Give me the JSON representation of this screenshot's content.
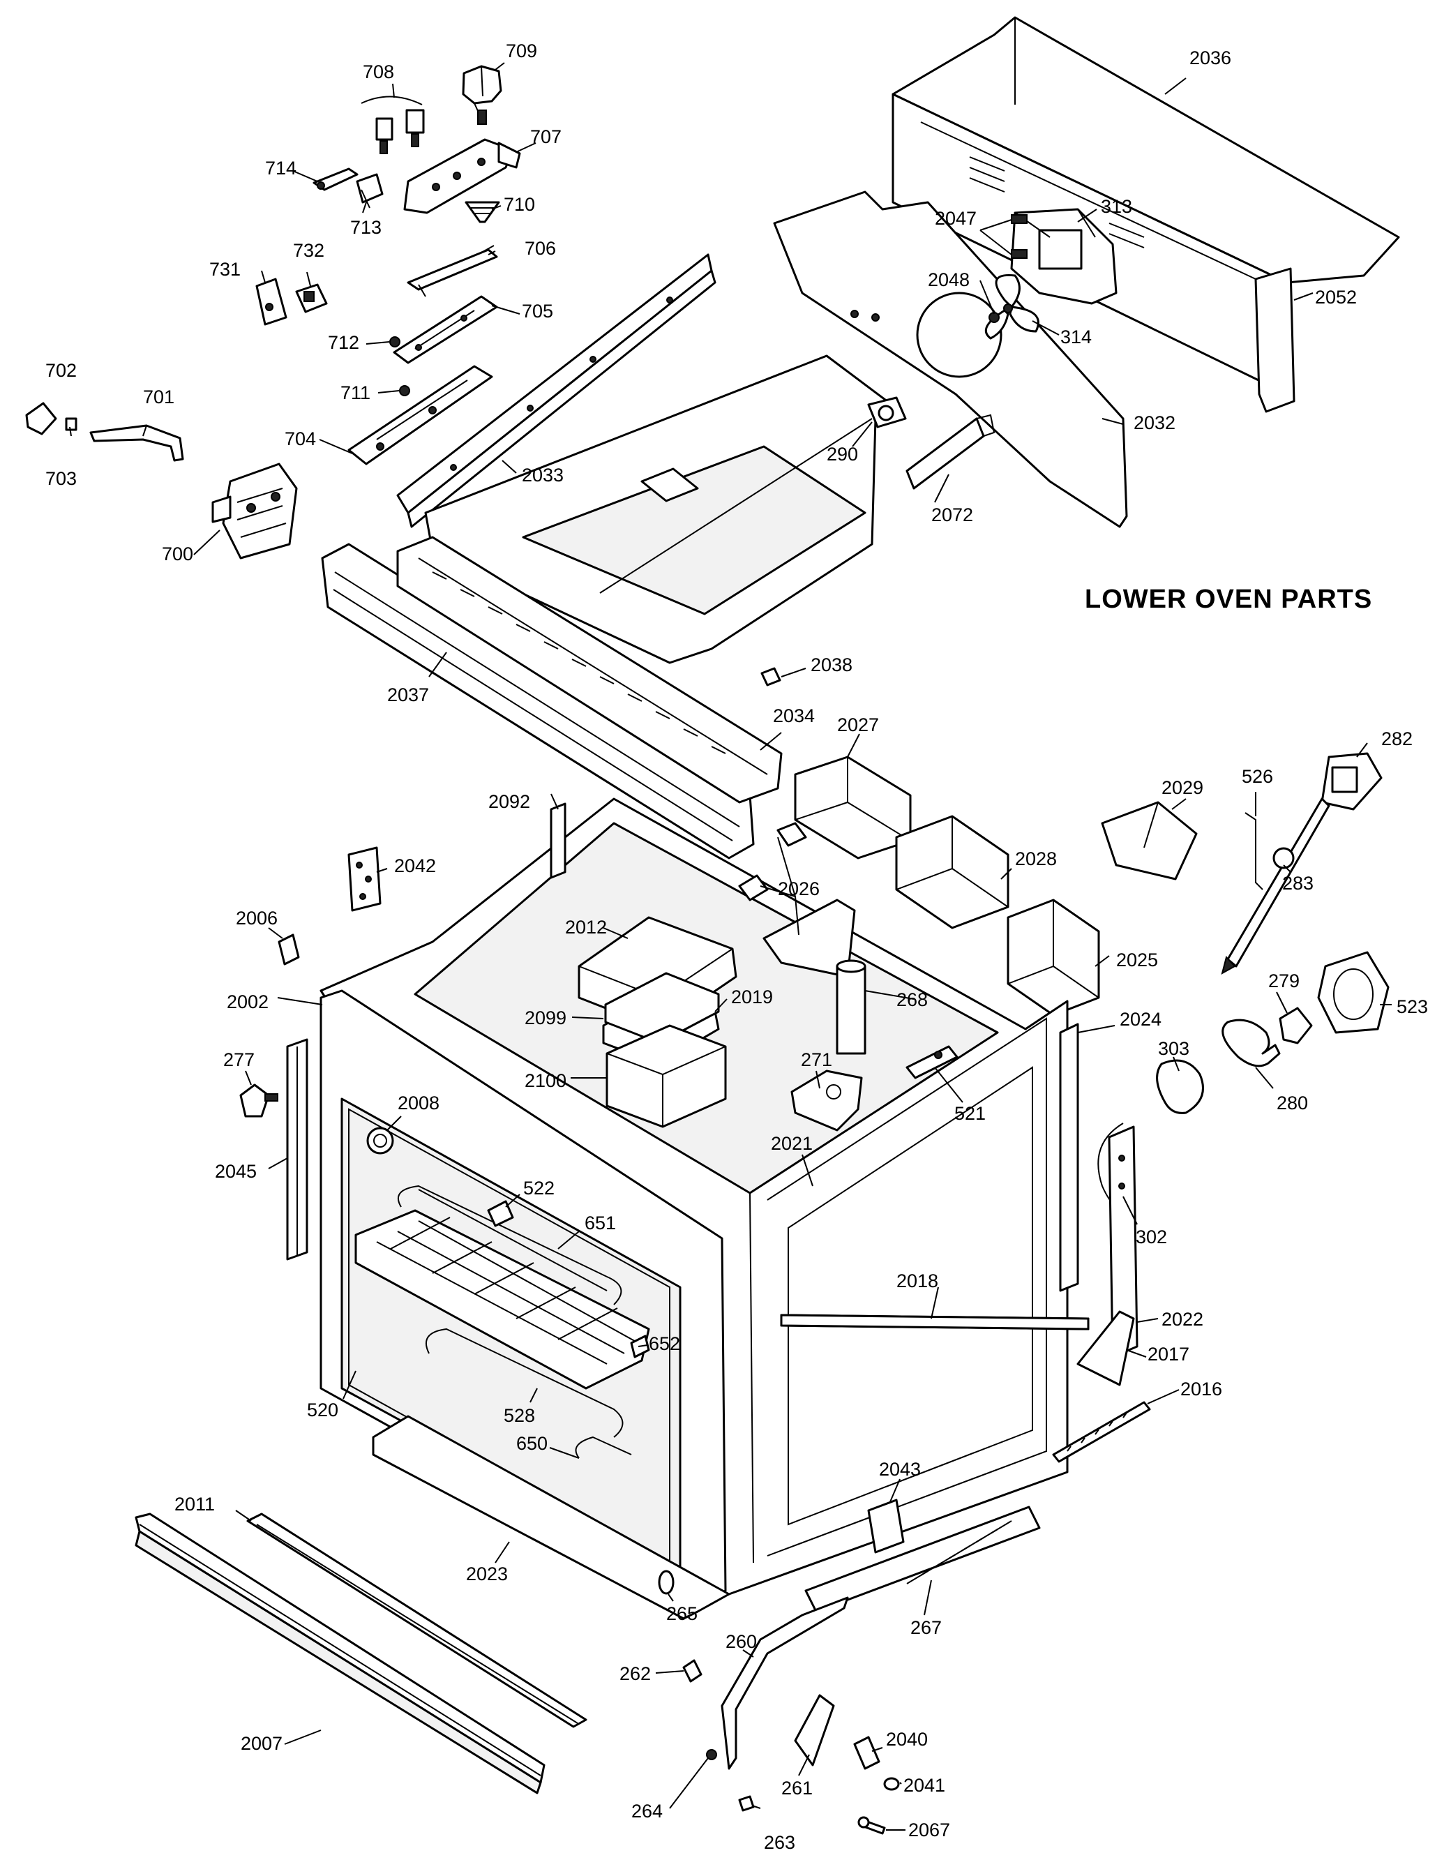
{
  "title": "LOWER OVEN PARTS",
  "labels": {
    "l700": "700",
    "l701": "701",
    "l702": "702",
    "l703": "703",
    "l704": "704",
    "l705": "705",
    "l706": "706",
    "l707": "707",
    "l708": "708",
    "l709": "709",
    "l710": "710",
    "l711": "711",
    "l712": "712",
    "l713": "713",
    "l714": "714",
    "l731": "731",
    "l732": "732",
    "l2033": "2033",
    "l2037": "2037",
    "l2034": "2034",
    "l2038": "2038",
    "l2036": "2036",
    "l2047": "2047",
    "l313": "313",
    "l2048": "2048",
    "l314": "314",
    "l2052": "2052",
    "l2032": "2032",
    "l290": "290",
    "l2072": "2072",
    "l2027": "2027",
    "l2029": "2029",
    "l526": "526",
    "l282": "282",
    "l283": "283",
    "l2028": "2028",
    "l2025": "2025",
    "l2092": "2092",
    "l2042": "2042",
    "l2012": "2012",
    "l2026": "2026",
    "l2006": "2006",
    "l2002": "2002",
    "l2099": "2099",
    "l2019": "2019",
    "l268": "268",
    "l2100": "2100",
    "l271": "271",
    "l521": "521",
    "l279": "279",
    "l523": "523",
    "l2024": "2024",
    "l303": "303",
    "l280": "280",
    "l277": "277",
    "l2008": "2008",
    "l2045": "2045",
    "l2021": "2021",
    "l302": "302",
    "l522": "522",
    "l651": "651",
    "l2018": "2018",
    "l2022": "2022",
    "l2017": "2017",
    "l652": "652",
    "l520": "520",
    "l528": "528",
    "l2016": "2016",
    "l650": "650",
    "l2043": "2043",
    "l2011": "2011",
    "l2023": "2023",
    "l265": "265",
    "l267": "267",
    "l260": "260",
    "l262": "262",
    "l2007": "2007",
    "l2040": "2040",
    "l261": "261",
    "l2041": "2041",
    "l264": "264",
    "l263": "263",
    "l2067": "2067"
  }
}
